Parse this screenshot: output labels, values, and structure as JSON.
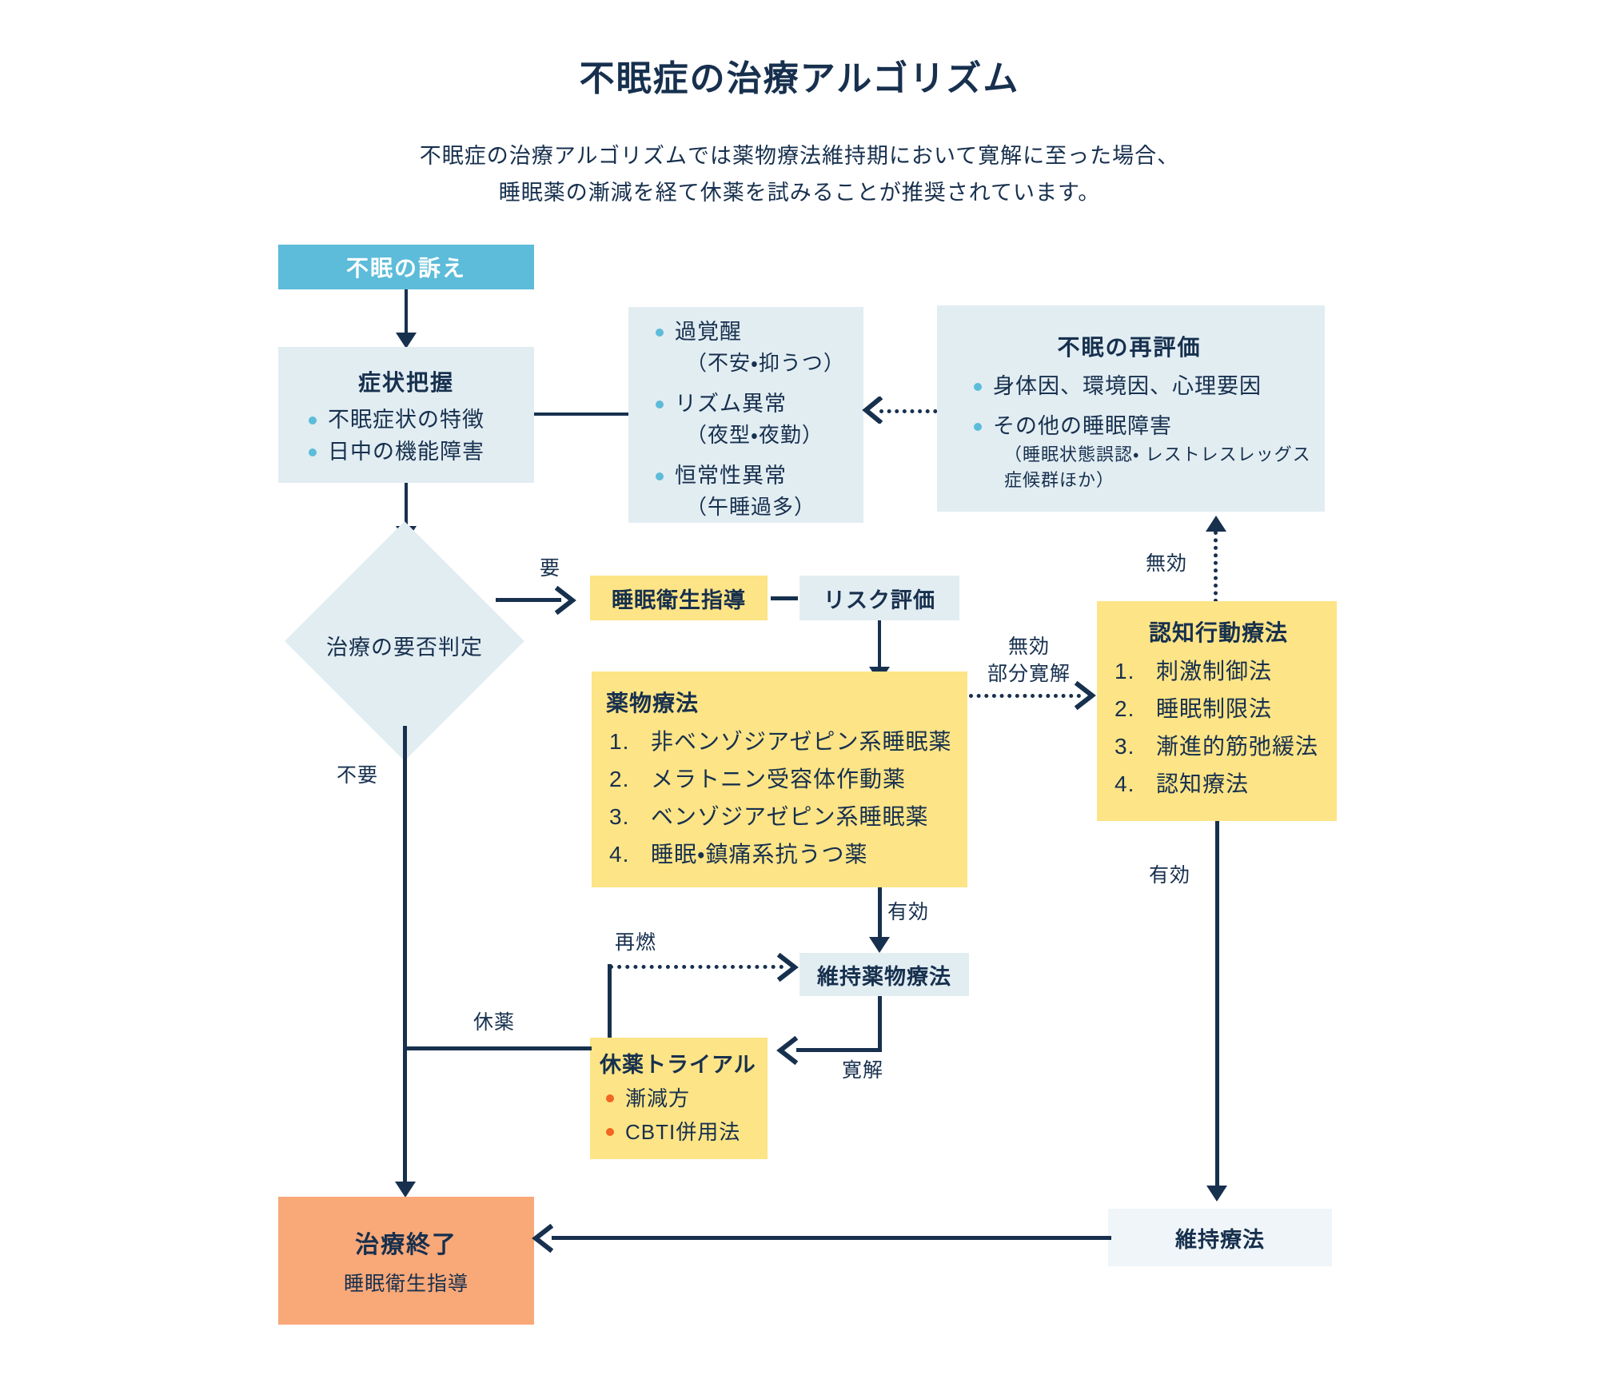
{
  "header": {
    "title": "不眠症の治療アルゴリズム",
    "subtitle_line1": "不眠症の治療アルゴリズムでは薬物療法維持期において寛解に至った場合、",
    "subtitle_line2": "睡眠薬の漸減を経て休薬を試みることが推奨されています。"
  },
  "colors": {
    "accent_blue": "#5cbcd9",
    "light_blue": "#e2edf2",
    "pale_blue": "#eff5f8",
    "yellow": "#fde486",
    "orange": "#f9a878",
    "line": "#17304e",
    "orange_dot": "#f26522"
  },
  "nodes": {
    "complaint": {
      "title": "不眠の訴え"
    },
    "symptoms": {
      "title": "症状把握",
      "items": [
        "不眠症状の特徴",
        "日中の機能障害"
      ]
    },
    "mechanisms": {
      "items": [
        {
          "main": "過覚醒",
          "sub": "（不安・抑うつ）"
        },
        {
          "main": "リズム異常",
          "sub": "（夜型・夜勤）"
        },
        {
          "main": "恒常性異常",
          "sub": "（午睡過多）"
        }
      ]
    },
    "reassessment": {
      "title": "不眠の再評価",
      "items": [
        {
          "main": "身体因、環境因、心理要因",
          "sub": ""
        },
        {
          "main": "その他の睡眠障害",
          "sub": "（睡眠状態誤認・\nレストレスレッグス症候群ほか）"
        }
      ]
    },
    "decision": {
      "title": "治療の要否判定"
    },
    "sleep_hygiene": {
      "title": "睡眠衛生指導"
    },
    "risk": {
      "title": "リスク評価"
    },
    "pharmacotherapy": {
      "title": "薬物療法",
      "items": [
        "非ベンゾジアゼピン系睡眠薬",
        "メラトニン受容体作動薬",
        "ベンゾジアゼピン系睡眠薬",
        "睡眠・鎮痛系抗うつ薬"
      ]
    },
    "cbt": {
      "title": "認知行動療法",
      "items": [
        "刺激制御法",
        "睡眠制限法",
        "漸進的筋弛緩法",
        "認知療法"
      ]
    },
    "maintenance_drug": {
      "title": "維持薬物療法"
    },
    "discontinuation_trial": {
      "title": "休薬トライアル",
      "items": [
        "漸減方",
        "CBTI併用法"
      ]
    },
    "maintenance_therapy": {
      "title": "維持療法"
    },
    "treatment_end": {
      "title": "治療終了",
      "sub": "睡眠衛生指導"
    }
  },
  "edges": {
    "need": "要",
    "not_need": "不要",
    "ineffective_partial": "無効\n部分寛解",
    "ineffective": "無効",
    "effective_drug": "有効",
    "effective_cbt": "有効",
    "remission": "寛解",
    "relapse": "再燃",
    "withdrawal": "休薬"
  }
}
